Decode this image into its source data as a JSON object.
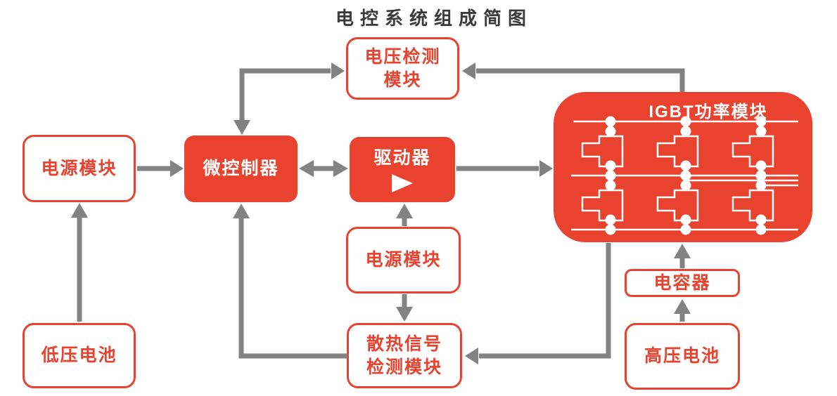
{
  "title": "电控系统组成简图",
  "colors": {
    "accent_red": "#e9432f",
    "arrow_gray": "#828282",
    "title_text": "#3a3a3a",
    "box_background": "#ffffff"
  },
  "nodes": {
    "voltage_detect": {
      "label": "电压检测\n模块",
      "style": "outline"
    },
    "power_left": {
      "label": "电源模块",
      "style": "outline"
    },
    "mcu": {
      "label": "微控制器",
      "style": "filled"
    },
    "driver": {
      "label": "驱动器",
      "style": "filled",
      "icon": "right-pointing-play-triangle"
    },
    "igbt": {
      "label": "IGBT功率模块",
      "style": "filled",
      "graphic": "three-phase-bridge-of-six-igbt-symbols"
    },
    "power_center": {
      "label": "电源模块",
      "style": "outline"
    },
    "heat_detect": {
      "label": "散热信号\n检测模块",
      "style": "outline"
    },
    "lv_battery": {
      "label": "低压电池",
      "style": "outline"
    },
    "capacitor": {
      "label": "电容器",
      "style": "outline"
    },
    "hv_battery": {
      "label": "高压电池",
      "style": "outline"
    }
  },
  "edges": [
    {
      "from": "低压电池",
      "to": "电源模块(左)",
      "type": "arrow"
    },
    {
      "from": "电源模块(左)",
      "to": "微控制器",
      "type": "arrow"
    },
    {
      "from": "微控制器",
      "to": "电压检测模块",
      "type": "double-arrow-elbow"
    },
    {
      "from": "微控制器",
      "to": "驱动器",
      "type": "double-arrow"
    },
    {
      "from": "驱动器",
      "to": "IGBT功率模块",
      "type": "arrow"
    },
    {
      "from": "IGBT功率模块",
      "to": "电压检测模块",
      "type": "arrow-elbow"
    },
    {
      "from": "电源模块(中)",
      "to": "驱动器",
      "type": "arrow"
    },
    {
      "from": "电源模块(中)",
      "to": "散热信号检测模块",
      "type": "arrow"
    },
    {
      "from": "散热信号检测模块",
      "to": "微控制器",
      "type": "arrow-elbow"
    },
    {
      "from": "IGBT功率模块",
      "to": "散热信号检测模块",
      "type": "arrow-elbow"
    },
    {
      "from": "高压电池",
      "to": "电容器",
      "type": "arrow"
    },
    {
      "from": "电容器",
      "to": "IGBT功率模块",
      "type": "arrow"
    }
  ]
}
